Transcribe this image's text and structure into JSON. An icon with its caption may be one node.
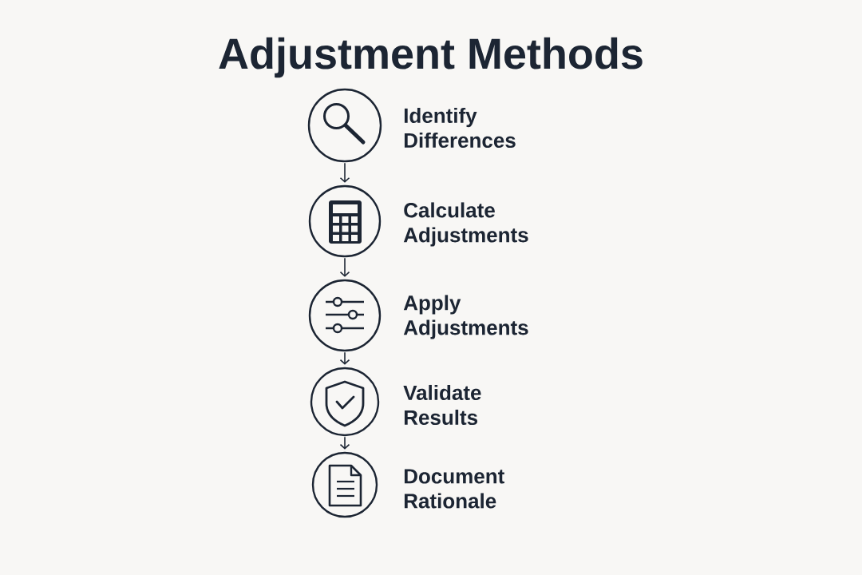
{
  "diagram": {
    "title": "Adjustment Methods",
    "nodes": [
      {
        "text": [],
        "shape": "circle",
        "beside": [
          "Identify Differences"
        ]
      },
      {
        "text": [],
        "shape": "circle",
        "beside": [
          "Calculate Adjustments"
        ]
      },
      {
        "text": [],
        "shape": "circle",
        "beside": [
          "Apply Adjustments"
        ]
      },
      {
        "text": [],
        "shape": "circle",
        "beside": [
          "Validate Results"
        ]
      },
      {
        "text": [],
        "shape": "circle",
        "beside": [
          "Document Rationale"
        ]
      }
    ],
    "edges": [
      {
        "from": 0,
        "to": 1,
        "arrow": "to"
      },
      {
        "from": 1,
        "to": 2,
        "arrow": "to"
      },
      {
        "from": 2,
        "to": 3,
        "arrow": "to"
      },
      {
        "from": 3,
        "to": 4,
        "arrow": "to"
      }
    ]
  }
}
